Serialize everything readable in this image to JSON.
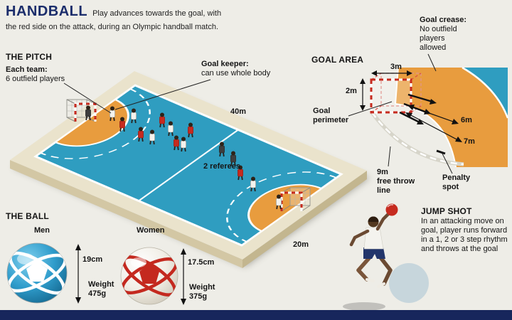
{
  "header": {
    "title": "HANDBALL",
    "intro": "Play advances towards the goal, with\nthe red side on the attack, during an Olympic handball match."
  },
  "pitch": {
    "heading": "THE PITCH",
    "each_team_label": "Each team:",
    "each_team_text": "6 outfield players",
    "goalkeeper_label": "Goal keeper:",
    "goalkeeper_text": "can use whole body",
    "length": "40m",
    "width": "20m",
    "referees": "2 referees"
  },
  "goal_area": {
    "heading": "GOAL AREA",
    "crease_label": "Goal crease:",
    "crease_text": "No outfield\nplayers\nallowed",
    "goal_width": "3m",
    "goal_height": "2m",
    "perimeter": "Goal\nperimeter",
    "six_m": "6m",
    "seven_m": "7m",
    "free_throw": "9m\nfree throw\nline",
    "penalty": "Penalty\nspot"
  },
  "ball": {
    "heading": "THE BALL",
    "men_label": "Men",
    "men_diameter": "19cm",
    "men_weight_label": "Weight",
    "men_weight": "475g",
    "women_label": "Women",
    "women_diameter": "17.5cm",
    "women_weight_label": "Weight",
    "women_weight": "375g"
  },
  "jump_shot": {
    "heading": "JUMP SHOT",
    "text": "In an attacking move on goal, player runs forward in a 1, 2 or 3 step rhythm and throws at the goal"
  },
  "colors": {
    "navy": "#1b2d6b",
    "court_blue": "#2f9dc0",
    "zone_orange": "#e89c3e",
    "team_red": "#c62b1f",
    "slab_cream": "#eae3cc"
  }
}
